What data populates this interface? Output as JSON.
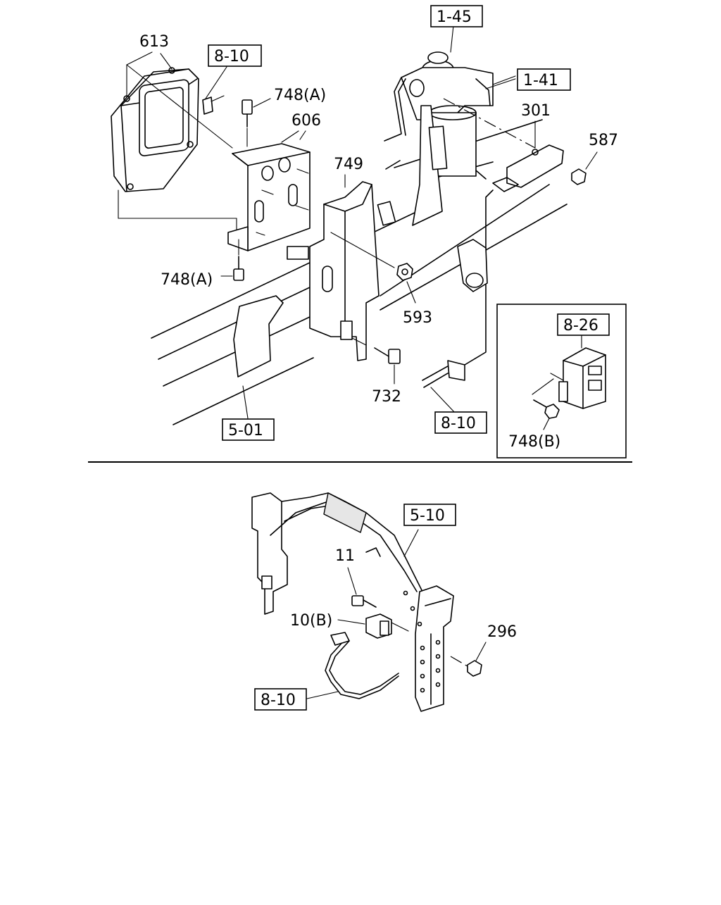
{
  "callouts": {
    "c613": "613",
    "c810_top": "8-10",
    "c748a_top": "748(A)",
    "c606": "606",
    "c749": "749",
    "c145": "1-45",
    "c141": "1-41",
    "c301": "301",
    "c587": "587",
    "c748a_bottom": "748(A)",
    "c593": "593",
    "c732": "732",
    "c501": "5-01",
    "c810_mid": "8-10",
    "c826": "8-26",
    "c748b": "748(B)",
    "c510": "5-10",
    "c11": "11",
    "c10b": "10(B)",
    "c296": "296",
    "c810_bottom": "8-10"
  }
}
